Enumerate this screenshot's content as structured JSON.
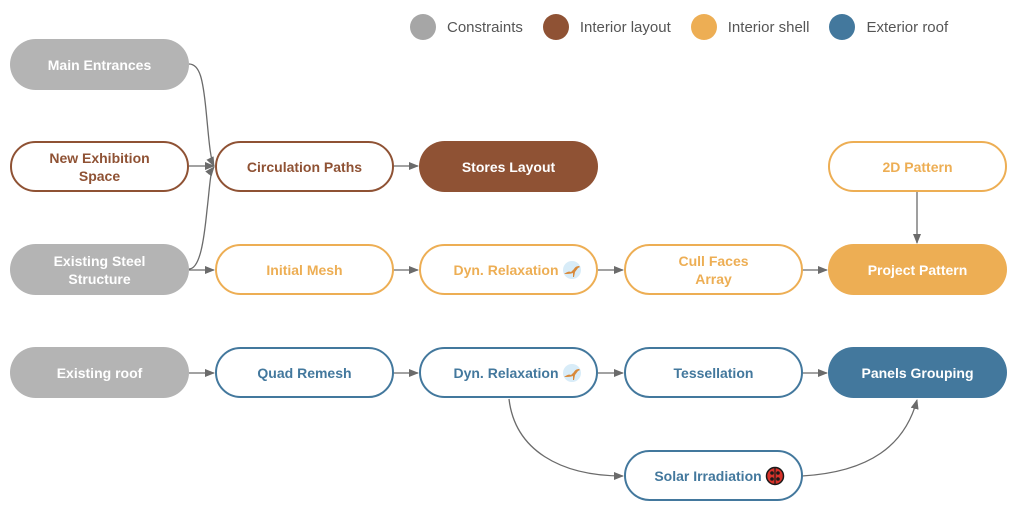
{
  "colors": {
    "constraints": "#b4b4b4",
    "interior_layout": "#8f5234",
    "interior_shell": "#edae54",
    "exterior_roof": "#43789d",
    "edge": "#6b6b6b"
  },
  "legend": [
    {
      "label": "Constraints",
      "color": "#a6a6a6"
    },
    {
      "label": "Interior layout",
      "color": "#8f5234"
    },
    {
      "label": "Interior shell",
      "color": "#edae54"
    },
    {
      "label": "Exterior roof",
      "color": "#43789d"
    }
  ],
  "nodes": {
    "main_entrances": {
      "label": "Main Entrances",
      "category": "constraints",
      "style": "filled"
    },
    "new_exhibition_space": {
      "label": "New Exhibition Space",
      "category": "interior_layout",
      "style": "outline"
    },
    "existing_steel_structure": {
      "label": "Existing Steel Structure",
      "category": "constraints",
      "style": "filled"
    },
    "existing_roof": {
      "label": "Existing roof",
      "category": "constraints",
      "style": "filled"
    },
    "circulation_paths": {
      "label": "Circulation Paths",
      "category": "interior_layout",
      "style": "outline"
    },
    "stores_layout": {
      "label": "Stores Layout",
      "category": "interior_layout",
      "style": "filled"
    },
    "initial_mesh": {
      "label": "Initial Mesh",
      "category": "interior_shell",
      "style": "outline"
    },
    "dyn_relaxation_shell": {
      "label": "Dyn. Relaxation",
      "category": "interior_shell",
      "style": "outline",
      "icon": "kangaroo-icon"
    },
    "cull_faces_array": {
      "label": "Cull Faces Array",
      "category": "interior_shell",
      "style": "outline"
    },
    "pattern_2d": {
      "label": "2D Pattern",
      "category": "interior_shell",
      "style": "outline"
    },
    "project_pattern": {
      "label": "Project Pattern",
      "category": "interior_shell",
      "style": "filled"
    },
    "quad_remesh": {
      "label": "Quad Remesh",
      "category": "exterior_roof",
      "style": "outline"
    },
    "dyn_relaxation_roof": {
      "label": "Dyn. Relaxation",
      "category": "exterior_roof",
      "style": "outline",
      "icon": "kangaroo-icon"
    },
    "tessellation": {
      "label": "Tessellation",
      "category": "exterior_roof",
      "style": "outline"
    },
    "panels_grouping": {
      "label": "Panels Grouping",
      "category": "exterior_roof",
      "style": "filled"
    },
    "solar_irradiation": {
      "label": "Solar Irradiation",
      "category": "exterior_roof",
      "style": "outline",
      "icon": "ladybug-icon"
    }
  },
  "edges": [
    [
      "main_entrances",
      "circulation_paths"
    ],
    [
      "new_exhibition_space",
      "circulation_paths"
    ],
    [
      "existing_steel_structure",
      "circulation_paths"
    ],
    [
      "existing_steel_structure",
      "initial_mesh"
    ],
    [
      "circulation_paths",
      "stores_layout"
    ],
    [
      "initial_mesh",
      "dyn_relaxation_shell"
    ],
    [
      "dyn_relaxation_shell",
      "cull_faces_array"
    ],
    [
      "cull_faces_array",
      "project_pattern"
    ],
    [
      "pattern_2d",
      "project_pattern"
    ],
    [
      "existing_roof",
      "quad_remesh"
    ],
    [
      "quad_remesh",
      "dyn_relaxation_roof"
    ],
    [
      "dyn_relaxation_roof",
      "tessellation"
    ],
    [
      "tessellation",
      "panels_grouping"
    ],
    [
      "dyn_relaxation_roof",
      "solar_irradiation"
    ],
    [
      "solar_irradiation",
      "panels_grouping"
    ]
  ]
}
